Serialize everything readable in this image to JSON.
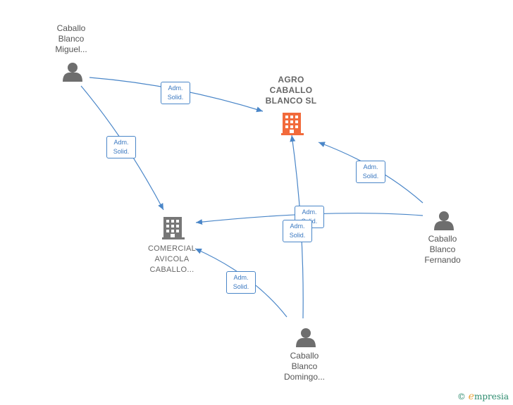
{
  "nodes": {
    "miguel": {
      "line1": "Caballo",
      "line2": "Blanco",
      "line3": "Miguel..."
    },
    "agro": {
      "line1": "AGRO",
      "line2": "CABALLO",
      "line3": "BLANCO SL"
    },
    "comercial": {
      "line1": "COMERCIAL",
      "line2": "AVICOLA",
      "line3": "CABALLO..."
    },
    "fernando": {
      "line1": "Caballo",
      "line2": "Blanco",
      "line3": "Fernando"
    },
    "domingo": {
      "line1": "Caballo",
      "line2": "Blanco",
      "line3": "Domingo..."
    }
  },
  "edges": {
    "miguel_agro": {
      "line1": "Adm.",
      "line2": "Solid."
    },
    "miguel_comercial": {
      "line1": "Adm.",
      "line2": "Solid."
    },
    "fernando_agro": {
      "line1": "Adm.",
      "line2": "Solid."
    },
    "fernando_comercial": {
      "line1": "Adm.",
      "line2": "Solid."
    },
    "domingo_agro": {
      "line1": "Adm.",
      "line2": "Solid."
    },
    "domingo_comercial": {
      "line1": "Adm.",
      "line2": "Solid."
    }
  },
  "colors": {
    "edge": "#4a86c8",
    "main_company": "#f26a3b",
    "company": "#777777",
    "person": "#6e6e6e"
  },
  "watermark": {
    "symbol": "©",
    "e": "e",
    "rest": "mpresia"
  }
}
